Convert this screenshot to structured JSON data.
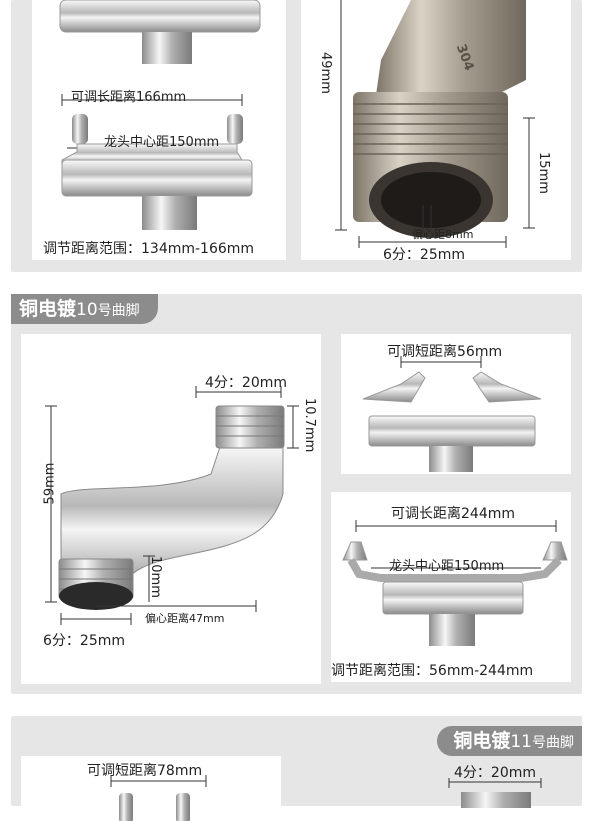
{
  "top_panel": {
    "long_adjust": "可调长距离166mm",
    "center_distance": "龙头中心距150mm",
    "range": "调节距离范围：134mm-166mm",
    "height": "49mm",
    "thread_len": "15mm",
    "offset": "偏心距8mm",
    "thread_size": "6分：25mm",
    "part_mark": "304"
  },
  "mid_panel": {
    "tag_main": "铜电镀",
    "tag_num": "10",
    "tag_sub": "号曲脚",
    "top_thread": "4分：20mm",
    "top_len": "10.7mm",
    "height": "59mm",
    "bottom_len": "10mm",
    "offset": "偏心距离47mm",
    "bottom_thread": "6分：25mm",
    "short_adjust": "可调短距离56mm",
    "long_adjust": "可调长距离244mm",
    "center_distance": "龙头中心距150mm",
    "range": "调节距离范围：56mm-244mm"
  },
  "bottom_panel": {
    "tag_main": "铜电镀",
    "tag_num": "11",
    "tag_sub": "号曲脚",
    "short_adjust": "可调短距离78mm",
    "top_thread": "4分：20mm"
  }
}
